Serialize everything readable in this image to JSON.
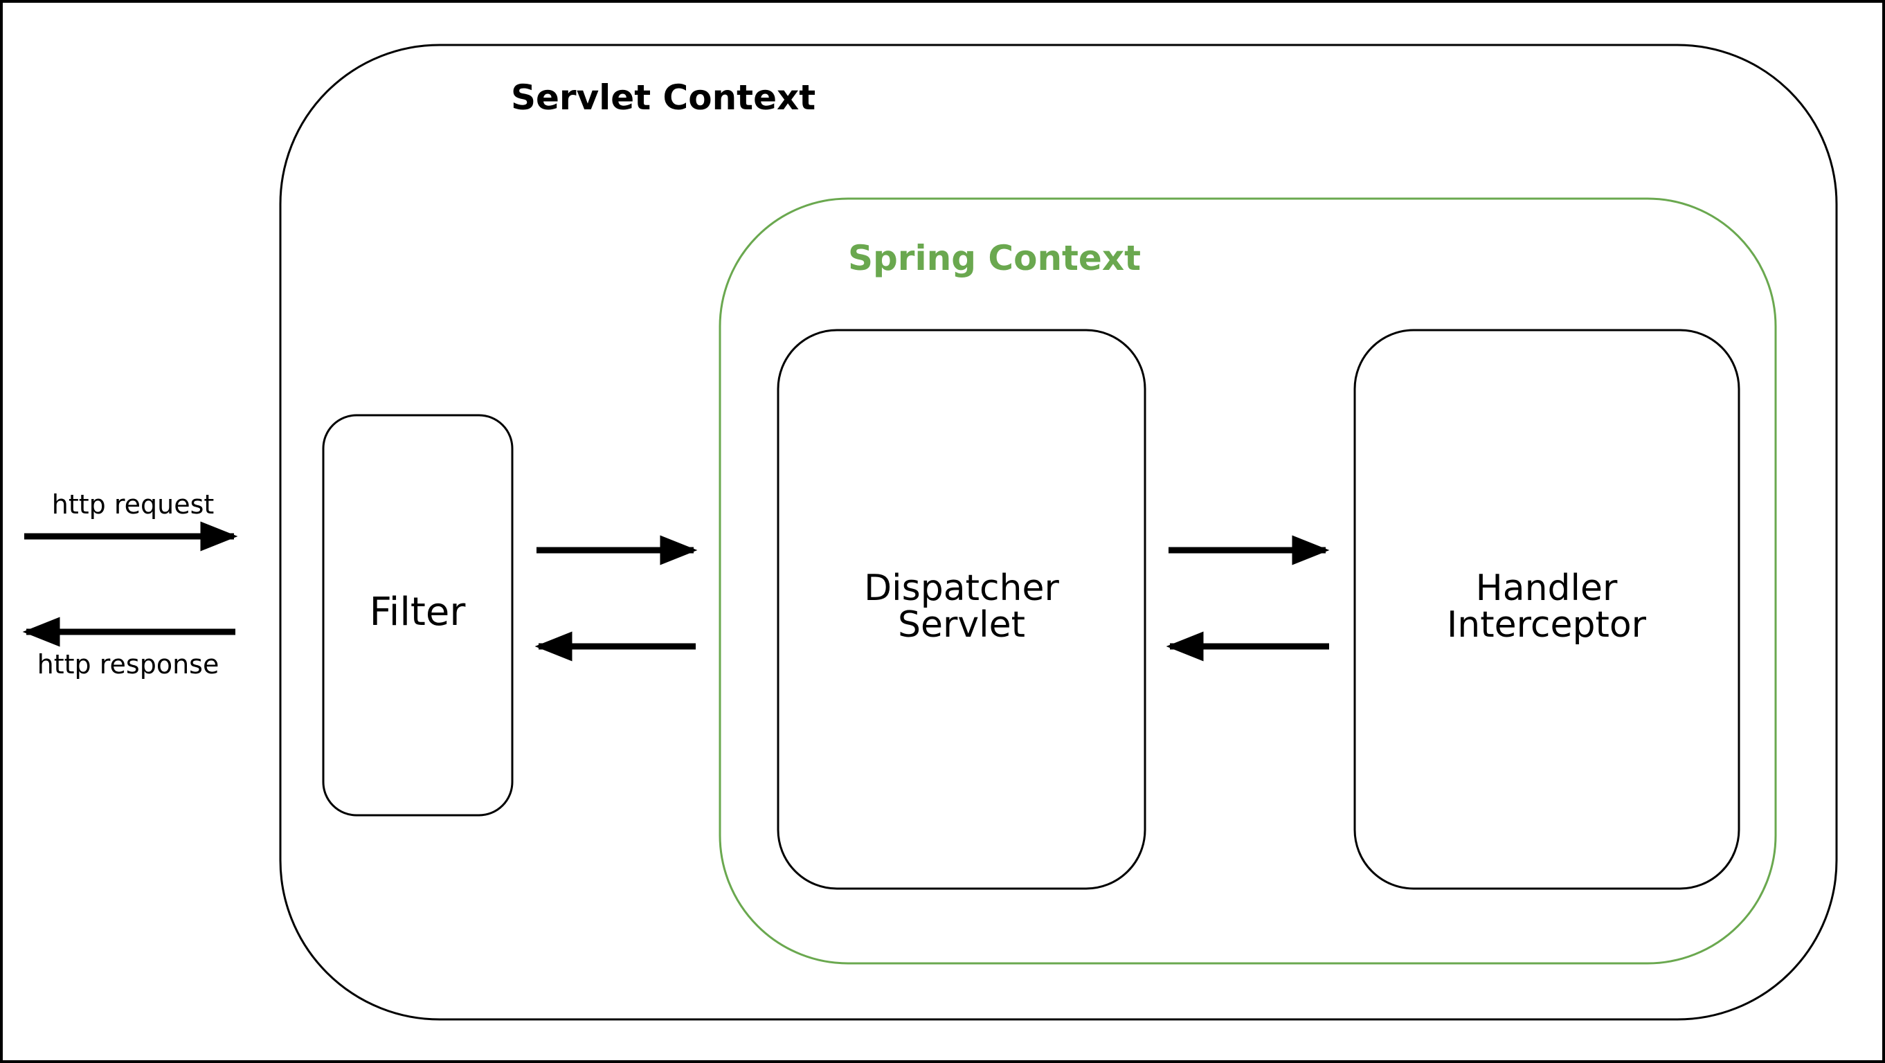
{
  "servlet_context": {
    "title": "Servlet Context"
  },
  "spring_context": {
    "title": "Spring Context"
  },
  "filter": {
    "label": "Filter"
  },
  "dispatcher_servlet": {
    "line1": "Dispatcher",
    "line2": "Servlet"
  },
  "handler_interceptor": {
    "line1": "Handler",
    "line2": "Interceptor"
  },
  "http": {
    "request_label": "http request",
    "response_label": "http response"
  },
  "colors": {
    "frame": "#000000",
    "servlet_border": "#000000",
    "spring_border": "#6aa84f",
    "spring_title": "#6aa84f",
    "arrow": "#000000",
    "background": "#ffffff"
  }
}
